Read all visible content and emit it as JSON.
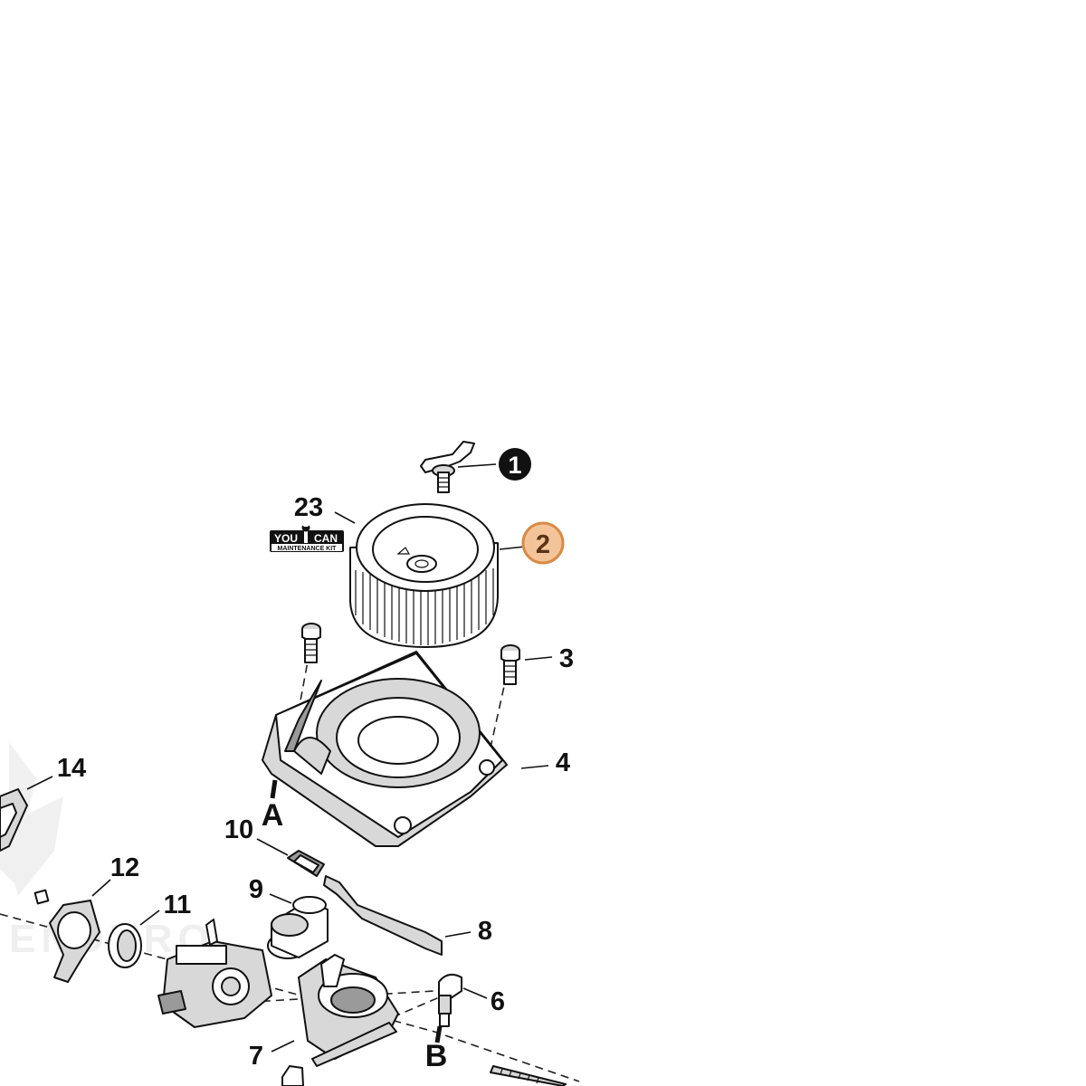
{
  "callouts": {
    "c1": "1",
    "c2": "2",
    "c3": "3",
    "c4": "4",
    "c6": "6",
    "c7": "7",
    "c8": "8",
    "c9": "9",
    "c10": "10",
    "c11": "11",
    "c12": "12",
    "c14": "14",
    "c23": "23"
  },
  "markers": {
    "a": "A",
    "b": "B"
  },
  "badge": {
    "you": "YOU",
    "can": "CAN",
    "kit": "MAINTENANCE KIT"
  },
  "watermark": "ENDURO",
  "colors": {
    "highlight_fill": "#f3c49a",
    "highlight_stroke": "#d98a46",
    "ink": "#111111"
  }
}
